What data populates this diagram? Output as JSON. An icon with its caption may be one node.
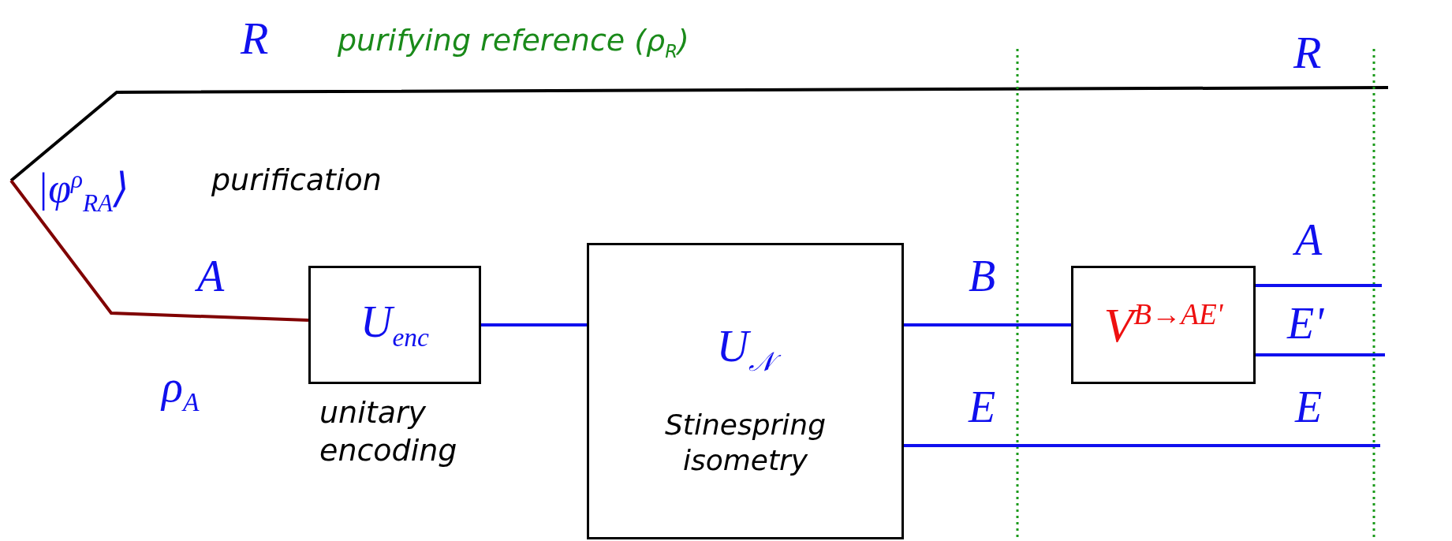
{
  "diagram": {
    "nodes": [
      {
        "text": [
          "U$_{enc}$"
        ],
        "beside": [
          "unitary encoding"
        ]
      },
      {
        "text": [
          "U$_{𝒩}$",
          "Stinespring isometry"
        ]
      },
      {
        "text": [
          "V$^{B→AE'}$"
        ]
      }
    ],
    "edges": [
      {
        "from": null,
        "to": 0,
        "arrow": "none",
        "label": "A",
        "color": "#800000"
      },
      {
        "from": 0,
        "to": 1,
        "arrow": "none"
      },
      {
        "from": 1,
        "to": 2,
        "arrow": "none",
        "label": "B"
      },
      {
        "from": 1,
        "to": null,
        "arrow": "none",
        "label": "E"
      },
      {
        "from": 2,
        "to": null,
        "arrow": "none",
        "label": "A"
      },
      {
        "from": 2,
        "to": null,
        "arrow": "none",
        "label": "E'"
      }
    ],
    "labels": [
      "R",
      "purifying reference (ρ$_{R}$)",
      "R",
      "|φ$^{ρ}$$_{RA}$⟩",
      "purification",
      "ρ$_{A}$",
      "E"
    ]
  }
}
